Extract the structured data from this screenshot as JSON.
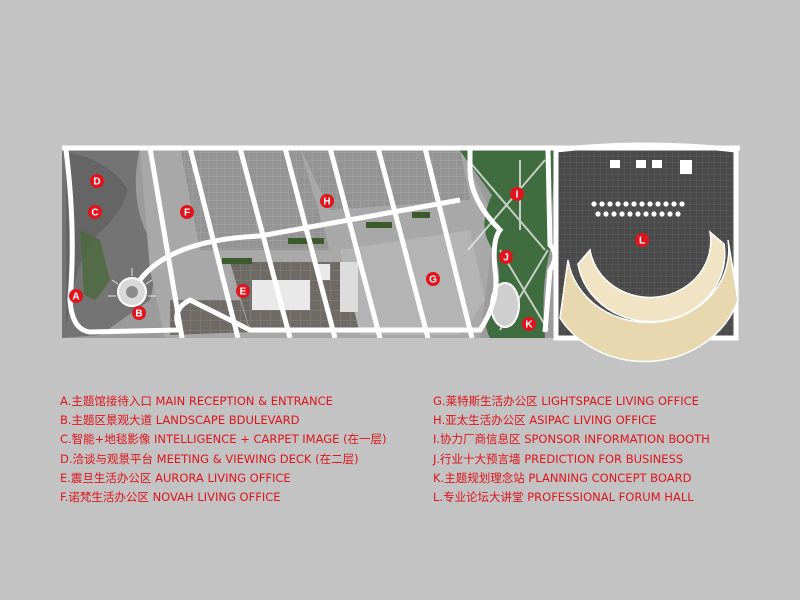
{
  "colors": {
    "background": "#c3c3c3",
    "legend_text": "#e0141c",
    "marker": "#e0141c",
    "green_zone": "#3f6d3f",
    "forum_seat": "#e8d8b0"
  },
  "markers": {
    "A": "A",
    "B": "B",
    "C": "C",
    "D": "D",
    "E": "E",
    "F": "F",
    "G": "G",
    "H": "H",
    "I": "I",
    "J": "J",
    "K": "K",
    "L": "L"
  },
  "legend": {
    "left": [
      "A.主题馆接待入口 MAIN RECEPTION & ENTRANCE",
      "B.主题区景观大道 LANDSCAPE BDULEVARD",
      "C.智能+地毯影像 INTELLIGENCE + CARPET IMAGE (在一层)",
      "D.洽谈与观景平台 MEETING & VIEWING DECK (在二层)",
      "E.震旦生活办公区 AURORA LIVING OFFICE",
      "F.诺梵生活办公区 NOVAH LIVING OFFICE"
    ],
    "right": [
      "G.莱特斯生活办公区 LIGHTSPACE LIVING OFFICE",
      "H.亚太生活办公区 ASIPAC LIVING OFFICE",
      "I.协力厂商信息区 SPONSOR INFORMATION BOOTH",
      "J.行业十大预言墙 PREDICTION FOR BUSINESS",
      "K.主题规划理念站 PLANNING CONCEPT BOARD",
      "L.专业论坛大讲堂 PROFESSIONAL FORUM HALL"
    ]
  }
}
